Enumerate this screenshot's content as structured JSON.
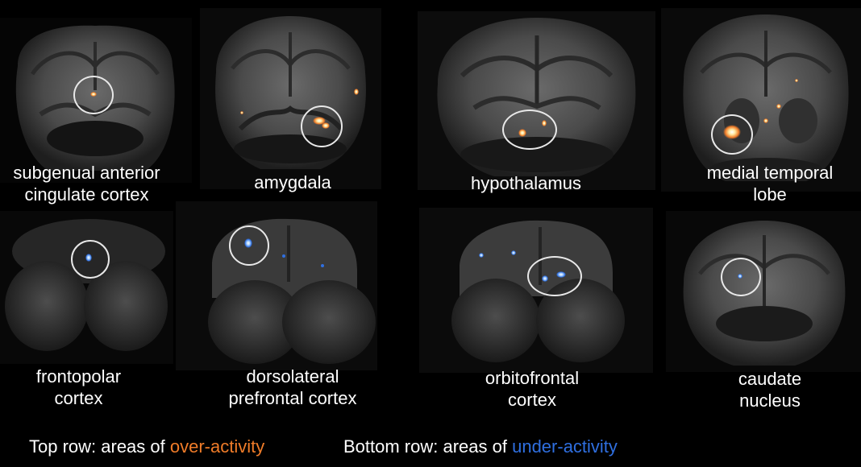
{
  "colors": {
    "over_activity": "#f07c29",
    "under_activity": "#2f6fe0",
    "background": "#000000",
    "text": "#ffffff"
  },
  "top_row": [
    {
      "label_line1": "subgenual anterior",
      "label_line2": "cingulate cortex"
    },
    {
      "label_line1": "amygdala",
      "label_line2": ""
    },
    {
      "label_line1": "hypothalamus",
      "label_line2": ""
    },
    {
      "label_line1": "medial temporal",
      "label_line2": "lobe"
    }
  ],
  "bottom_row": [
    {
      "label_line1": "frontopolar",
      "label_line2": "cortex"
    },
    {
      "label_line1": "dorsolateral",
      "label_line2": "prefrontal cortex"
    },
    {
      "label_line1": "orbitofrontal",
      "label_line2": "cortex"
    },
    {
      "label_line1": "caudate",
      "label_line2": "nucleus"
    }
  ],
  "legend": {
    "top_prefix": "Top row: areas of ",
    "top_highlight": "over-activity",
    "bottom_prefix": "Bottom row: areas of ",
    "bottom_highlight": "under-activity"
  }
}
